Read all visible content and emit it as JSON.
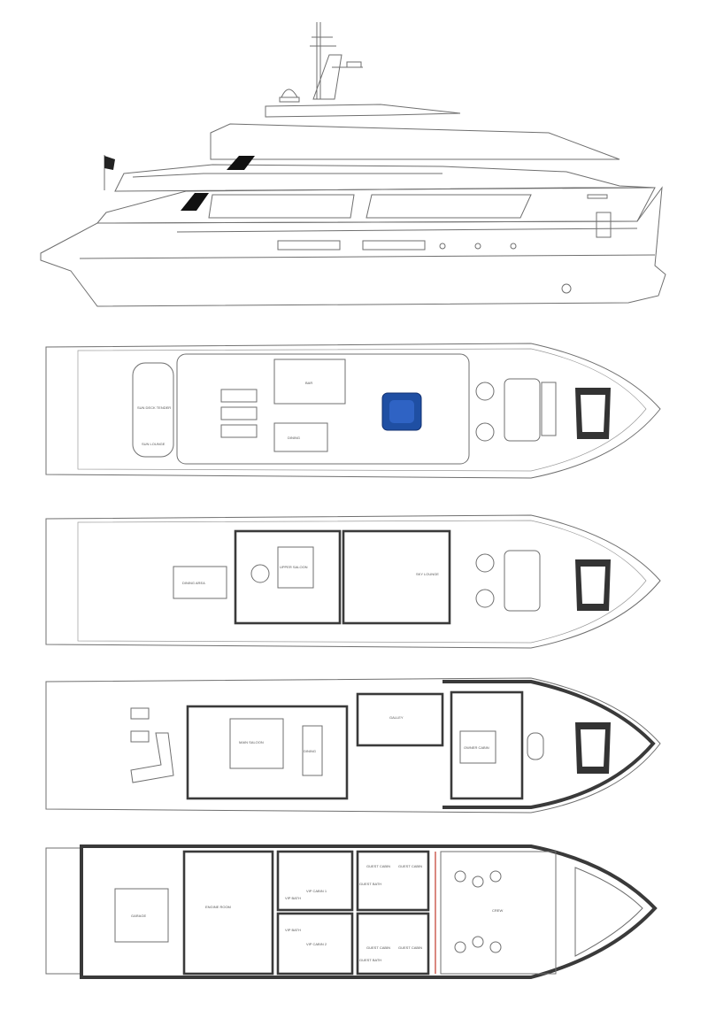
{
  "drawing": {
    "deck_finish_color": "#f3dfd0",
    "hull_outline_color": "#6f6f6f",
    "wall_color": "#3a3a3a",
    "spa_color": "#1f4fa3",
    "window_color": "#111111",
    "flag_color": "#222222"
  },
  "labels": {
    "sun_deck_tender": "SUN DECK TENDER",
    "sun_lounge": "SUN LOUNGE",
    "bar": "BAR",
    "dining": "DINING",
    "dining_area": "DINING AREA",
    "upper_saloon": "UPPER SALOON",
    "sky_lounge": "SKY LOUNGE",
    "main_saloon": "MAIN SALOON",
    "dining_main": "DINING",
    "galley": "GALLEY",
    "owner_cabin": "OWNER CABIN",
    "engine_room": "ENGINE ROOM",
    "vip_cabin_1": "VIP CABIN 1",
    "vip_cabin_2": "VIP CABIN 2",
    "guest_cabin_1": "GUEST CABIN",
    "guest_cabin_2": "GUEST CABIN",
    "guest_cabin_3": "GUEST CABIN",
    "guest_cabin_4": "GUEST CABIN",
    "vip_bath_1": "VIP BATH",
    "vip_bath_2": "VIP BATH",
    "guest_bath_1": "GUEST BATH",
    "guest_bath_2": "GUEST BATH",
    "crew_area": "CREW",
    "tender_garage": "GARAGE"
  }
}
